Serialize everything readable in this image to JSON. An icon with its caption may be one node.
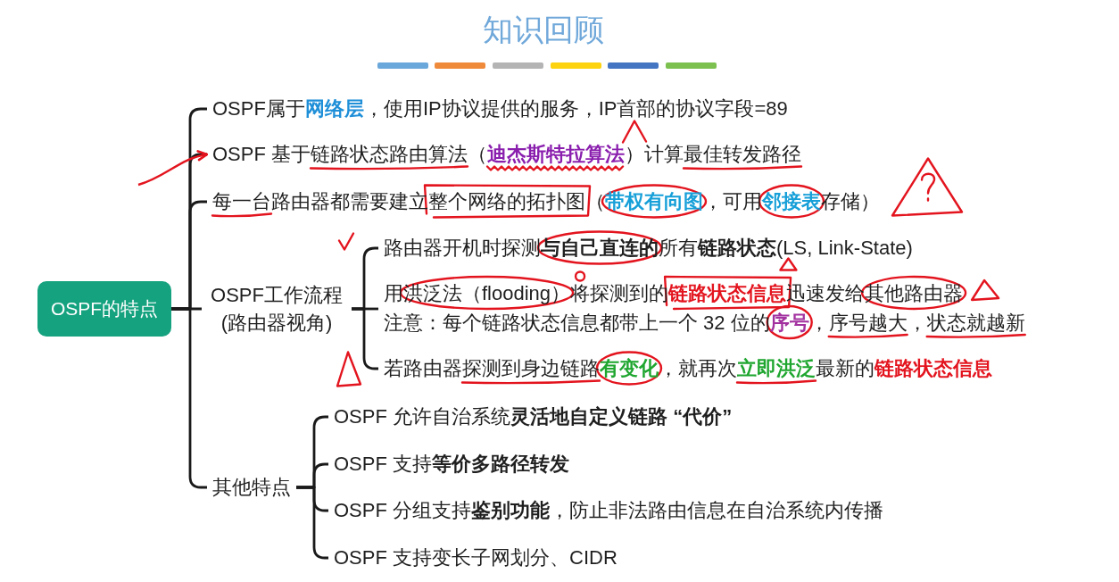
{
  "diagram": {
    "title": "知识回顾",
    "nodes": [
      {
        "text": [
          "OSPF的特点"
        ]
      },
      {
        "text": [
          "OSPF属于**网络层**，使用IP协议提供的服务，IP首部的协议字段=89"
        ]
      },
      {
        "text": [
          "OSPF 基于链路状态路由算法（**迪杰斯特拉算法**）计算最佳转发路径"
        ]
      },
      {
        "text": [
          "每一台路由器都需要建立整个网络的拓扑图（**带权有向图**，可用**邻接表**存储）"
        ]
      },
      {
        "text": [
          "OSPF工作流程(路由器视角)"
        ]
      },
      {
        "text": [
          "路由器开机时探测**与自己直连的**所有**链路状态**(LS, Link-State)"
        ]
      },
      {
        "text": [
          "用洪泛法（flooding）将探测到的**链路状态信息**迅速发给其他路由器",
          "注意：每个链路状态信息都带上一个 32 位的**序号**，序号越大，状态就越新"
        ]
      },
      {
        "text": [
          "若路由器探测到身边链路**有变化**，就再次**立即洪泛**最新的**链路状态信息**"
        ]
      },
      {
        "text": [
          "其他特点"
        ]
      },
      {
        "text": [
          "OSPF 允许自治系统**灵活地自定义链路 “代价”**"
        ]
      },
      {
        "text": [
          "OSPF 支持**等价多路径转发**"
        ]
      },
      {
        "text": [
          "OSPF 分组支持**鉴别功能**，防止非法路由信息在自治系统内传播"
        ]
      },
      {
        "text": [
          "OSPF 支持变长子网划分、CIDR"
        ]
      }
    ],
    "edges": [
      {
        "from": 0,
        "to": 1,
        "arrow": "none"
      },
      {
        "from": 0,
        "to": 2,
        "arrow": "none"
      },
      {
        "from": 0,
        "to": 3,
        "arrow": "none"
      },
      {
        "from": 0,
        "to": 4,
        "arrow": "none"
      },
      {
        "from": 0,
        "to": 8,
        "arrow": "none"
      },
      {
        "from": 4,
        "to": 5,
        "arrow": "none"
      },
      {
        "from": 4,
        "to": 6,
        "arrow": "none"
      },
      {
        "from": 4,
        "to": 7,
        "arrow": "none"
      },
      {
        "from": 8,
        "to": 9,
        "arrow": "none"
      },
      {
        "from": 8,
        "to": 10,
        "arrow": "none"
      },
      {
        "from": 8,
        "to": 11,
        "arrow": "none"
      },
      {
        "from": 8,
        "to": 12,
        "arrow": "none"
      },
      {
        "from": null,
        "to": 2,
        "arrow": "to",
        "color": "#e3141e"
      }
    ]
  }
}
